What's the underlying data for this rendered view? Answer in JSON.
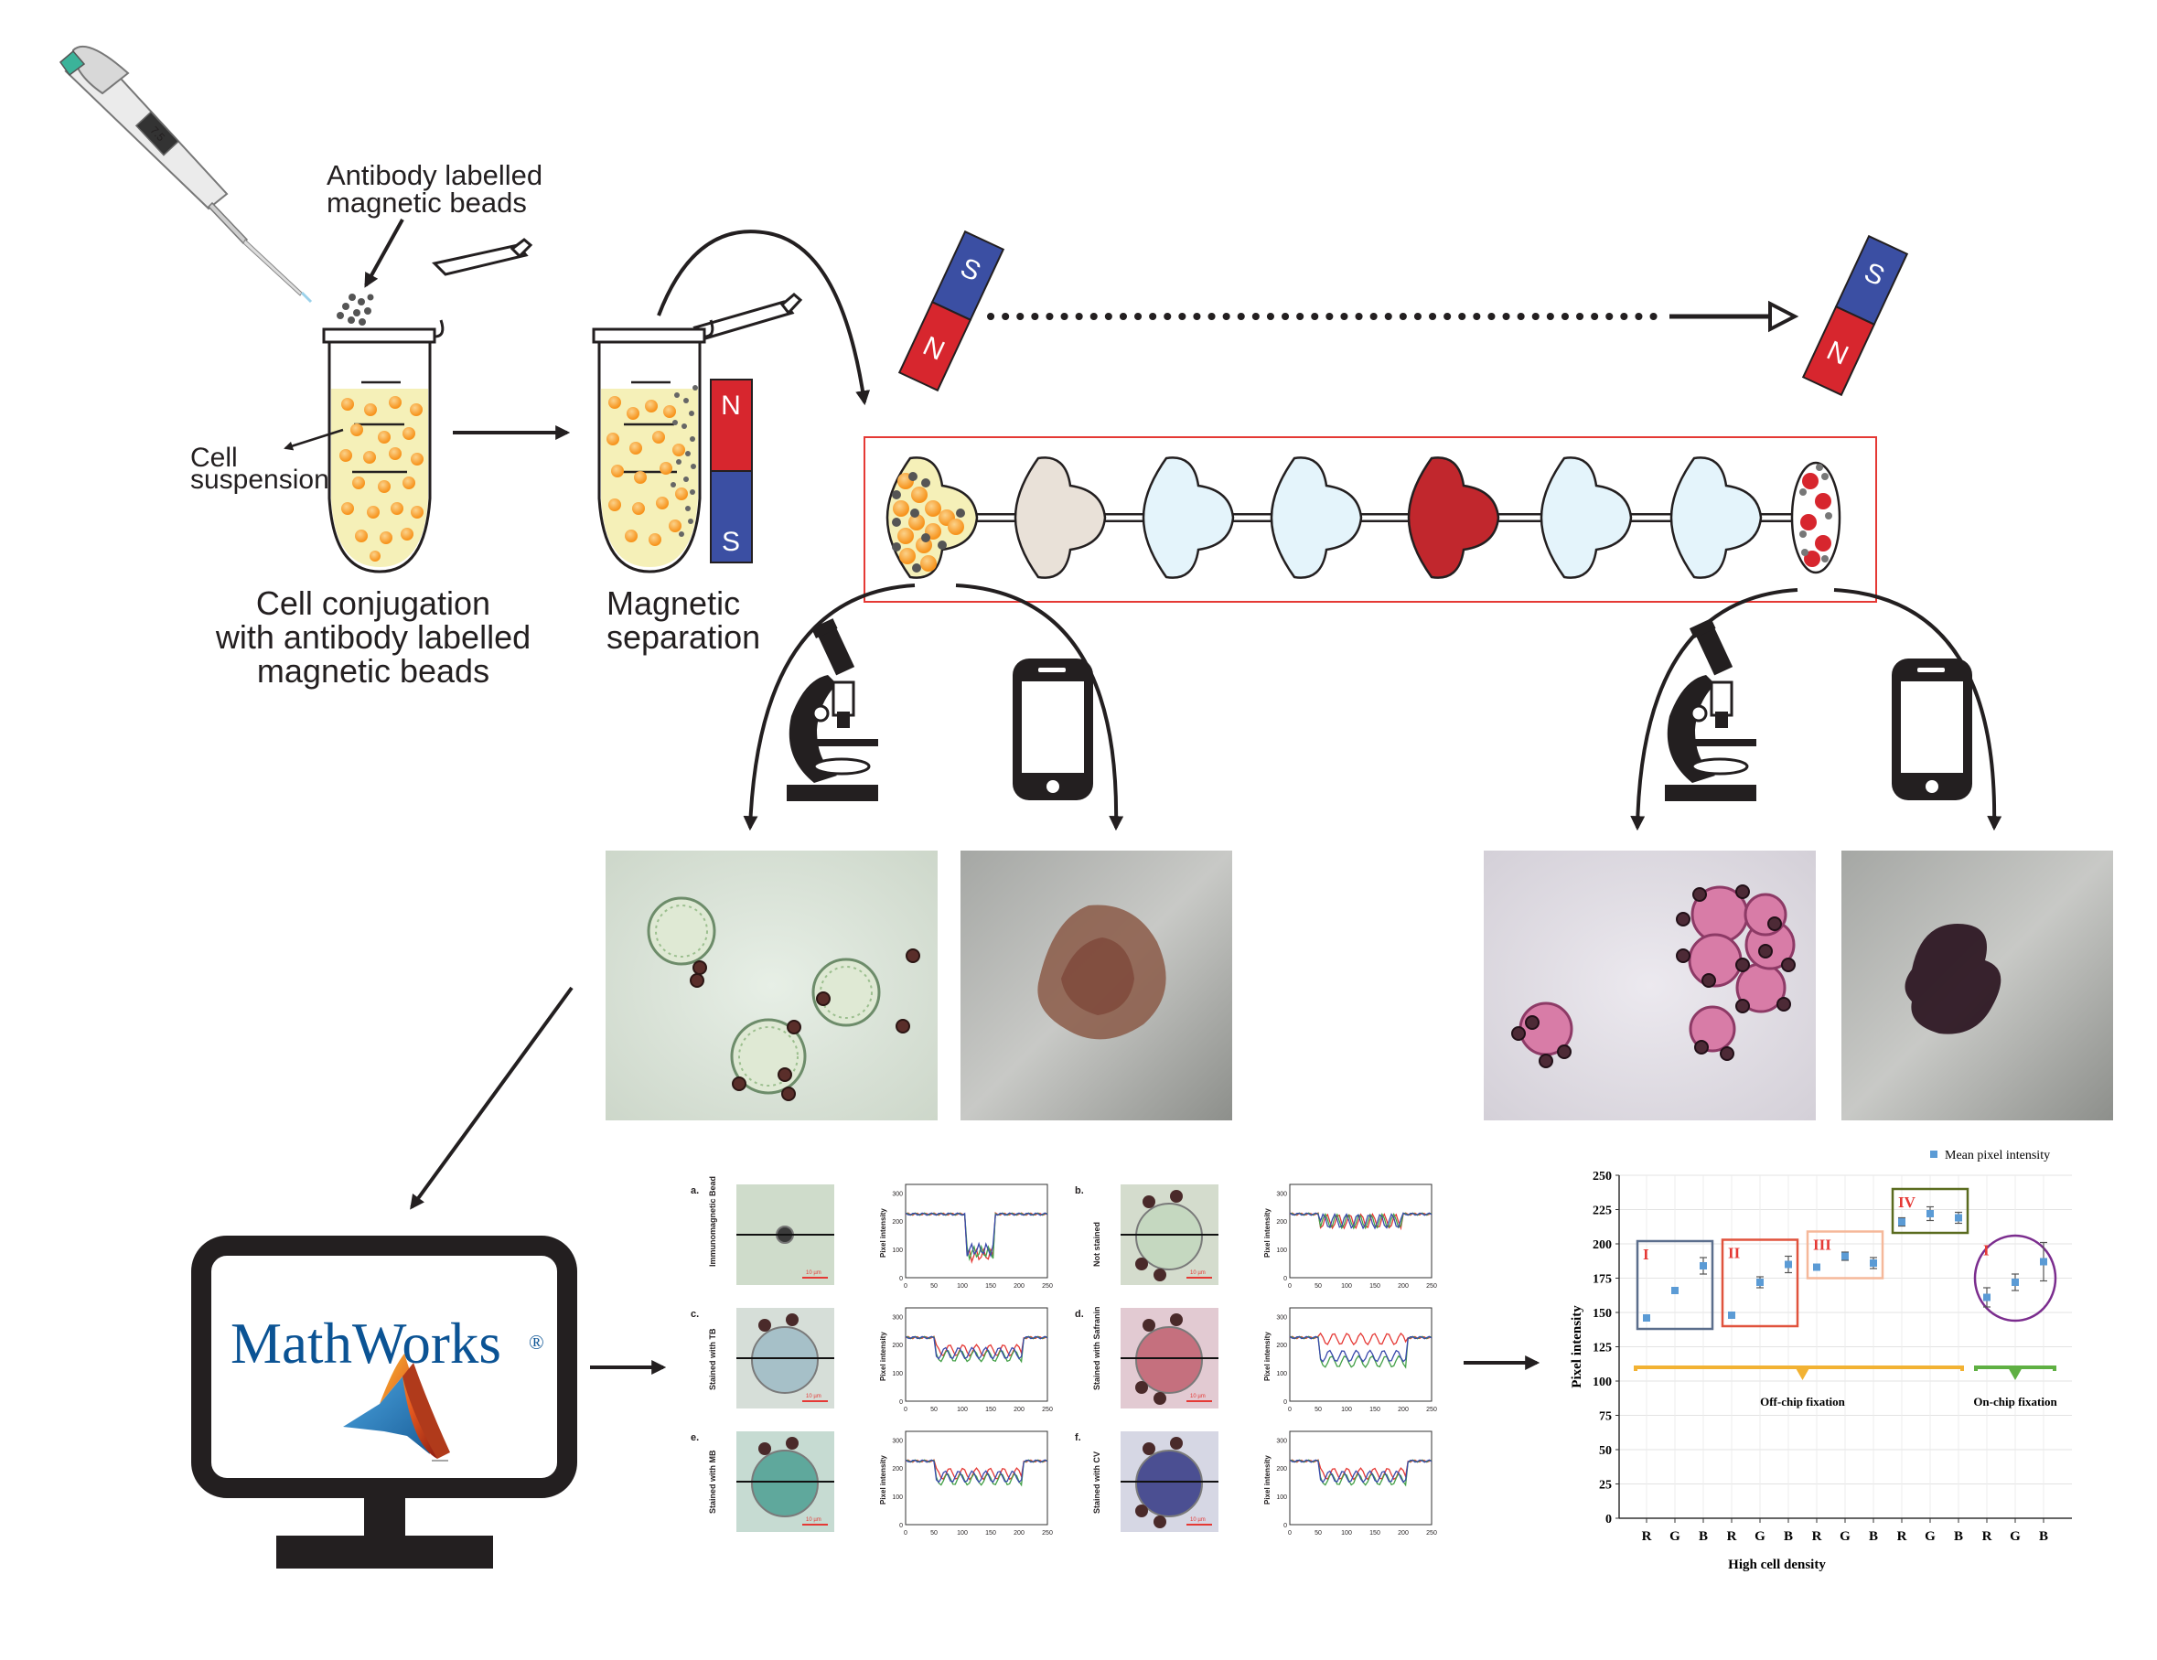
{
  "labels": {
    "pipette_label_1": "Antibody labelled",
    "pipette_label_2": "magnetic beads",
    "cell_label_1": "Cell",
    "cell_label_2": "suspension",
    "step1_line1": "Cell conjugation",
    "step1_line2": "with antibody labelled",
    "step1_line3": "magnetic beads",
    "step2_line1": "Magnetic",
    "step2_line2": "separation",
    "magnet_n": "N",
    "magnet_s": "S",
    "pipette_display": "7.5",
    "logo_text": "MathWorks",
    "logo_reg": "®"
  },
  "colors": {
    "magnet_red": "#d7262e",
    "magnet_blue": "#3b4fa3",
    "chamber_red": "#c1272d",
    "chamber_blue": "#e4f4fb",
    "chamber_beige": "#e9e1d8",
    "bead_orange": "#f7941d",
    "liquid_yellow": "#f5f0b8",
    "frame_red": "#e53935",
    "logo_blue": "#0b5394"
  },
  "icons": [
    "pipette-icon",
    "microtube-icon",
    "magnet-icon",
    "microscope-icon",
    "smartphone-icon",
    "monitor-icon",
    "matlab-membrane-icon",
    "arrow-icon"
  ],
  "profile_panels": [
    {
      "letter": "a.",
      "stain": "Immunomagnetic Bead"
    },
    {
      "letter": "b.",
      "stain": "Not stained"
    },
    {
      "letter": "c.",
      "stain": "Stained with TB"
    },
    {
      "letter": "d.",
      "stain": "Stained with Safranin"
    },
    {
      "letter": "e.",
      "stain": "Stained with MB"
    },
    {
      "letter": "f.",
      "stain": "Stained with CV"
    }
  ],
  "profile_common": {
    "ylabel": "Pixel intensity",
    "yticks": [
      "0",
      "100",
      "200",
      "300"
    ],
    "xticks": [
      "0",
      "50",
      "100",
      "150",
      "200",
      "250"
    ],
    "scalebar": "10 µm"
  },
  "chart_data": {
    "type": "scatter",
    "legend": "Mean pixel intensity",
    "xlabel": "High cell density",
    "ylabel": "Pixel intensity",
    "ylim": [
      0,
      250
    ],
    "yticks": [
      0,
      25,
      50,
      75,
      100,
      125,
      150,
      175,
      200,
      225,
      250
    ],
    "categories": [
      "R",
      "G",
      "B",
      "R",
      "G",
      "B",
      "R",
      "G",
      "B",
      "R",
      "G",
      "B",
      "R",
      "G",
      "B"
    ],
    "values": [
      146,
      166,
      184,
      148,
      172,
      185,
      183,
      191,
      186,
      216,
      222,
      219,
      161,
      172,
      187
    ],
    "error": [
      2,
      2,
      6,
      2,
      4,
      6,
      2,
      3,
      4,
      3,
      5,
      4,
      7,
      6,
      14
    ],
    "groups": [
      {
        "label": "I",
        "indices": [
          0,
          1,
          2
        ],
        "color": "#5b6e8c"
      },
      {
        "label": "II",
        "indices": [
          3,
          4,
          5
        ],
        "color": "#e0533d"
      },
      {
        "label": "III",
        "indices": [
          6,
          7,
          8
        ],
        "color": "#f5b89a"
      },
      {
        "label": "IV",
        "indices": [
          9,
          10,
          11
        ],
        "color": "#5a6b1f"
      },
      {
        "label": "I",
        "indices": [
          12,
          13,
          14
        ],
        "color": "#7b2d8e"
      }
    ],
    "fixation_labels": [
      {
        "text": "Off-chip fixation",
        "color": "#f2b233"
      },
      {
        "text": "On-chip fixation",
        "color": "#5fb043"
      }
    ],
    "grid": true,
    "legend_position": "top-right"
  }
}
